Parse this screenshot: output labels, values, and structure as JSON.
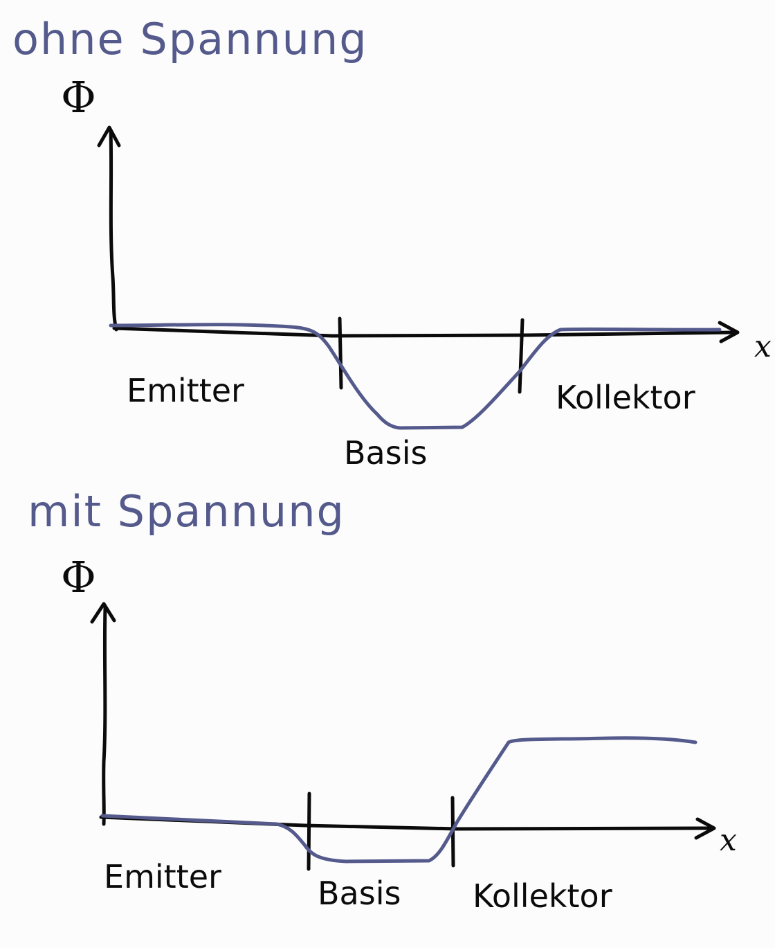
{
  "diagrams": [
    {
      "title": "ohne Spannung",
      "y_symbol": "Φ",
      "x_symbol": "x",
      "regions": [
        "Emitter",
        "Basis",
        "Kollektor"
      ]
    },
    {
      "title": "mit Spannung",
      "y_symbol": "Φ",
      "x_symbol": "x",
      "regions": [
        "Emitter",
        "Basis",
        "Kollektor"
      ]
    }
  ],
  "colors": {
    "ink": "#0b0b0b",
    "potential_curve": "#555a8c",
    "background": "#fcfcfc"
  }
}
